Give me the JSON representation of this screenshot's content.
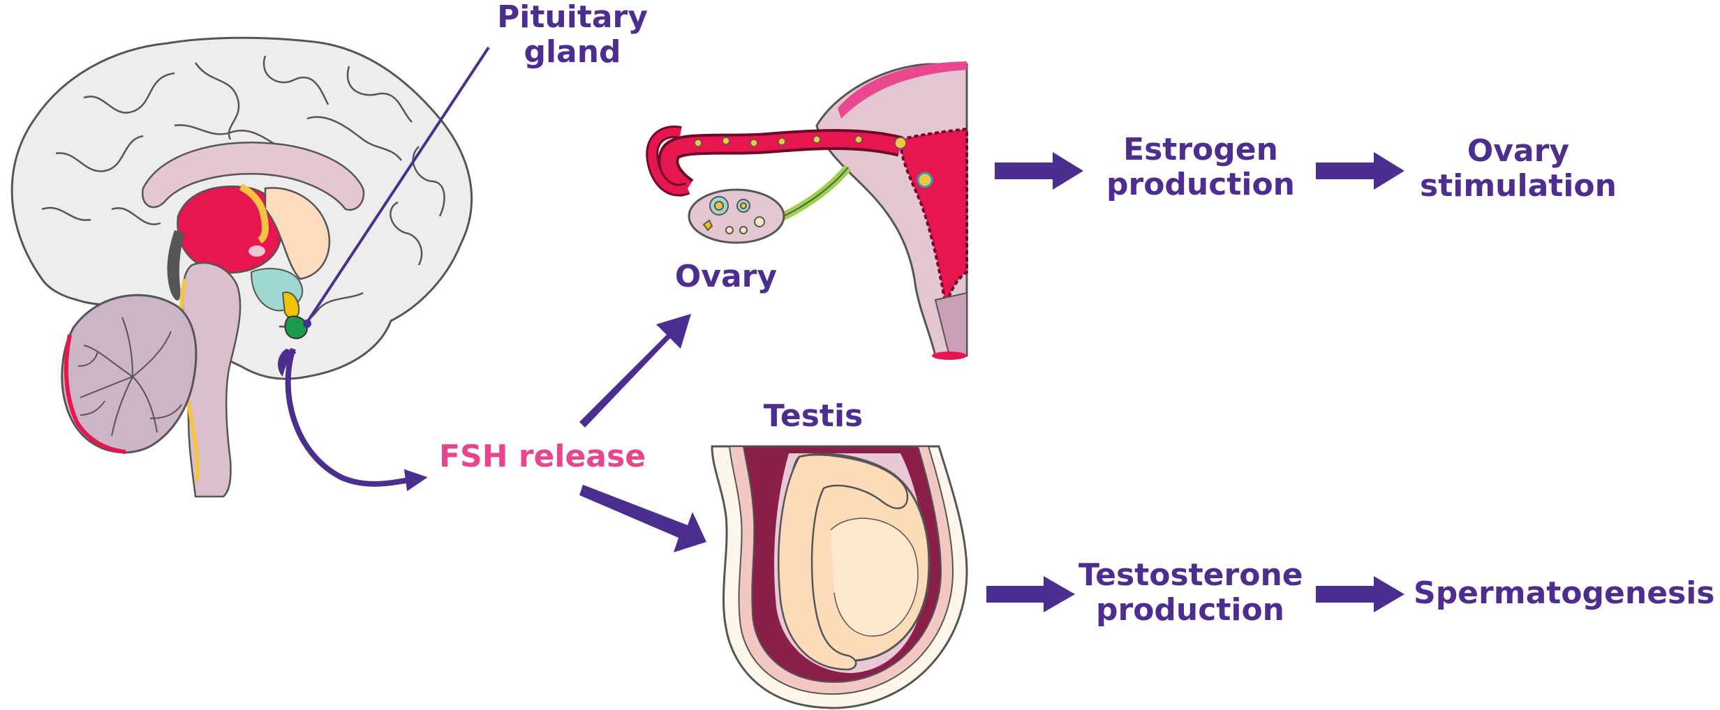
{
  "labels": {
    "pituitary": [
      "Pituitary",
      "gland"
    ],
    "ovary": "Ovary",
    "testis": "Testis",
    "fsh": "FSH release",
    "estrogen": [
      "Estrogen",
      "production"
    ],
    "ovary_stim": [
      "Ovary",
      "stimulation"
    ],
    "testosterone": [
      "Testosterone",
      "production"
    ],
    "spermatogenesis": "Spermatogenesis"
  },
  "colors": {
    "label": "#4e2d91",
    "fsh": "#e8448f",
    "arrow": "#4b2e8f"
  },
  "illustrations": [
    "brain-sagittal-section",
    "female-reproductive-tract",
    "testis-section"
  ]
}
